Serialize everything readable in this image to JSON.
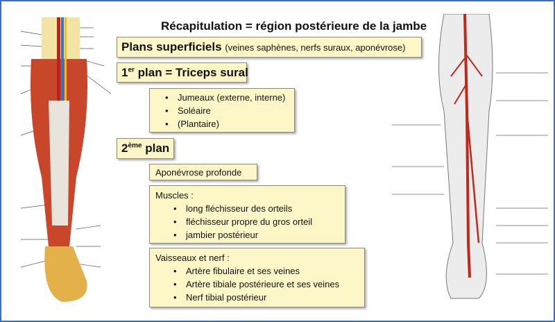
{
  "title": "Récapitulation = région postérieure de la jambe",
  "plans_superficiels": {
    "label": "Plans superficiels",
    "detail": "(veines saphènes, nerfs suraux, aponévrose)"
  },
  "premier_plan": {
    "num": "1",
    "sup": "er",
    "label": " plan = Triceps sural",
    "items": [
      "Jumeaux (externe, interne)",
      "Soléaire",
      "(Plantaire)"
    ]
  },
  "deuxieme_plan": {
    "num": "2",
    "sup": "ème",
    "label": " plan"
  },
  "aponevrose": "Aponévrose profonde",
  "muscles": {
    "heading": "Muscles :",
    "items": [
      "long fléchisseur des orteils",
      "fléchisseur propre du gros orteil",
      "jambier postérieur"
    ]
  },
  "vaisseaux": {
    "heading": "Vaisseaux et nerf :",
    "items": [
      "Artère fibulaire et ses veines",
      "Artère tibiale postérieure et ses veines",
      "Nerf tibial postérieur"
    ]
  },
  "colors": {
    "border": "#3b6fb6",
    "box": "#fdf6c6",
    "muscle": "#c8462a",
    "artery": "#c0281c"
  }
}
